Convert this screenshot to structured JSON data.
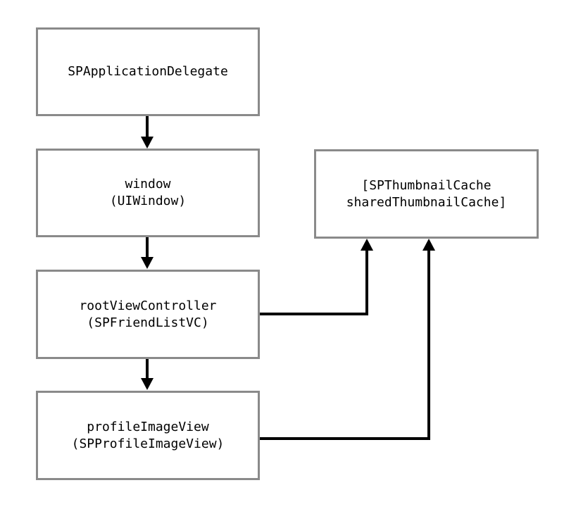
{
  "boxes": {
    "app_delegate": {
      "line1": "SPApplicationDelegate"
    },
    "window": {
      "line1": "window",
      "line2": "(UIWindow)"
    },
    "root_vc": {
      "line1": "rootViewController",
      "line2": "(SPFriendListVC)"
    },
    "profile_image_view": {
      "line1": "profileImageView",
      "line2": "(SPProfileImageView)"
    },
    "thumbnail_cache": {
      "line1": "[SPThumbnailCache",
      "line2": "sharedThumbnailCache]"
    }
  },
  "colors": {
    "box_border": "#8a8a8a",
    "connector": "#000000",
    "text": "#000000",
    "background": "#ffffff"
  }
}
